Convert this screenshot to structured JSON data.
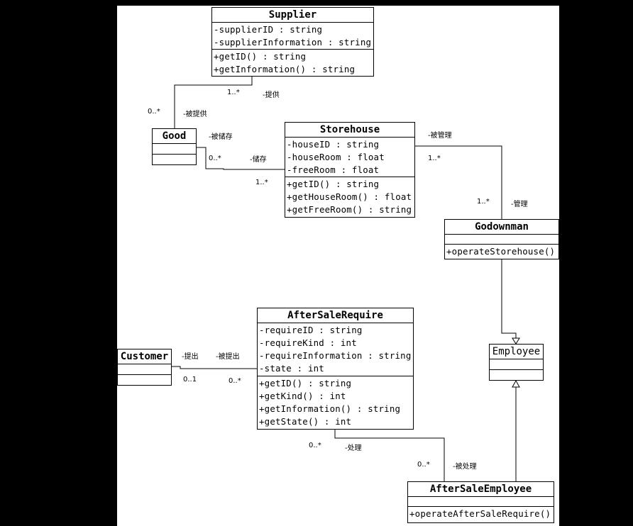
{
  "classes": {
    "supplier": {
      "name": "Supplier",
      "attributes": [
        "-supplierID : string",
        "-supplierInformation : string"
      ],
      "operations": [
        "+getID() : string",
        "+getInformation() : string"
      ]
    },
    "good": {
      "name": "Good"
    },
    "storehouse": {
      "name": "Storehouse",
      "attributes": [
        "-houseID : string",
        "-houseRoom : float",
        "-freeRoom : float"
      ],
      "operations": [
        "+getID() : string",
        "+getHouseRoom() : float",
        "+getFreeRoom() : string"
      ]
    },
    "godownman": {
      "name": "Godownman",
      "operations": [
        "+operateStorehouse()"
      ]
    },
    "employee": {
      "name": "Employee"
    },
    "customer": {
      "name": "Customer"
    },
    "aftersalerequire": {
      "name": "AfterSaleRequire",
      "attributes": [
        "-requireID : string",
        "-requireKind : int",
        "-requireInformation : string",
        "-state : int"
      ],
      "operations": [
        "+getID() : string",
        "+getKind() : int",
        "+getInformation() : string",
        "+getState() : int"
      ]
    },
    "aftersaleemployee": {
      "name": "AfterSaleEmployee",
      "operations": [
        "+operateAfterSaleRequire()"
      ]
    }
  },
  "associations": {
    "supplier_good": {
      "supplier_mult": "1..*",
      "supplier_role": "-提供",
      "good_mult": "0..*",
      "good_role": "-被提供"
    },
    "good_storehouse": {
      "good_role": "-被储存",
      "good_mult": "0..*",
      "store_role": "-储存",
      "store_mult": "1..*"
    },
    "storehouse_godownman": {
      "store_role": "-被管理",
      "store_mult": "1..*",
      "godown_mult": "1..*",
      "godown_role": "-管理"
    },
    "customer_require": {
      "customer_role": "-提出",
      "require_role": "-被提出",
      "customer_mult": "0..1",
      "require_mult": "0..*"
    },
    "require_employee": {
      "require_mult": "0..*",
      "require_role": "-处理",
      "employee_mult": "0..*",
      "employee_role": "-被处理"
    }
  }
}
